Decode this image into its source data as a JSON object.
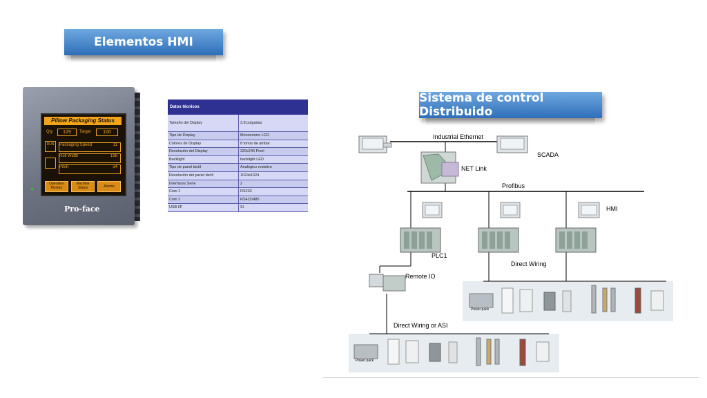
{
  "banners": {
    "hmi_title": "Elementos HMI",
    "dcs_title": "Sistema de control Distribuido"
  },
  "hmi_device": {
    "screen_title": "Pillow Packaging Status",
    "qty_label": "Qty",
    "qty_value": "129",
    "target_label": "Target",
    "target_value": "100",
    "row1": "Packaging Speed",
    "row1_val": "11",
    "row2": "Roll Width",
    "row2_val": "198",
    "row3": "Pitch",
    "row3_val": "34",
    "btn_left": "RUN",
    "btn_1": "Operation Monitor",
    "btn_2": "Machine Status",
    "btn_3": "Alarms",
    "brand": "Pro-face"
  },
  "spec_table": {
    "header": "Datos técnicos",
    "rows": [
      [
        "Tamaño del Display",
        "3.8 pulgadas"
      ],
      [
        "Tipo de Display",
        "Monocromo LCD"
      ],
      [
        "Colores de Display",
        "8 tonos de ambar"
      ],
      [
        "Resolución del Display",
        "320x240 Pixel"
      ],
      [
        "Backlight",
        "backlight LED"
      ],
      [
        "Tipo de panel táctil",
        "Analógico resistivo"
      ],
      [
        "Resolución del panel táctil",
        "1024x1024"
      ],
      [
        "Interfaces Serie",
        "2"
      ],
      [
        "Com 1",
        "RS232"
      ],
      [
        "Com 2",
        "RS422/485"
      ],
      [
        "USB I/F",
        "Sí"
      ]
    ]
  },
  "diagram": {
    "industrial_ethernet": "Industrial Ethernet",
    "scada": "SCADA",
    "net_link": "NET Link",
    "profibus": "Profibus",
    "hmi": "HMI",
    "plc1": "PLC1",
    "remote_io": "Remote IO",
    "direct_wiring": "Direct Wiring",
    "direct_wiring_asi": "Direct Wiring or ASI",
    "power_pack_1": "Power pack",
    "power_pack_2": "Power pack"
  }
}
